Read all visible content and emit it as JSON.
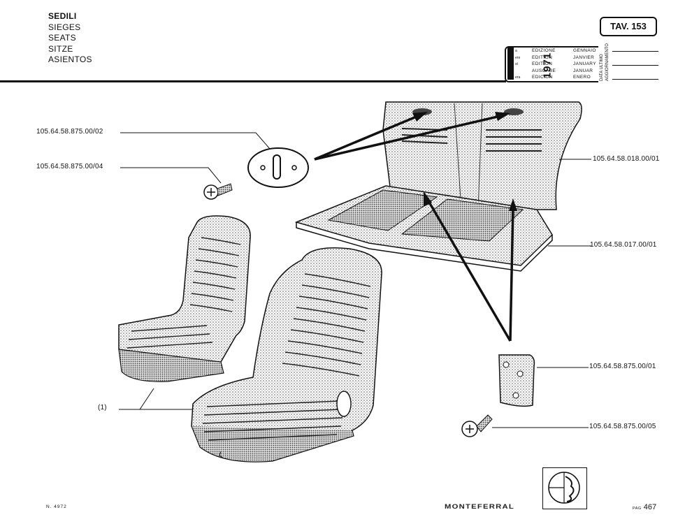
{
  "header": {
    "titles": [
      "SEDILI",
      "SIEGES",
      "SEATS",
      "SITZE",
      "ASIENTOS"
    ],
    "table_ref": "TAV. 153",
    "edition": {
      "number": "1",
      "ordinals": [
        "a",
        "ere",
        "st",
        "",
        "era"
      ],
      "labels": [
        "EDIZIONE",
        "EDITION",
        "EDITION",
        "AUSGABE",
        "EDICION"
      ],
      "year": "1971",
      "months": [
        "GENNAIO",
        "JANVIER",
        "JANUARY",
        "JANUAR",
        "ENERO"
      ],
      "update_label_1": "DATA ULTIMO",
      "update_label_2": "AGGIORNAMENTO"
    }
  },
  "parts": {
    "p1": "105.64.58.875.00/02",
    "p2": "105.64.58.875.00/04",
    "p3": "105.64.58.018.00/01",
    "p4": "105.64.58.017.00/01",
    "p5": "105.64.58.875.00/01",
    "p6": "105.64.58.875.00/05",
    "ref1": "(1)"
  },
  "footer": {
    "number": "N. 4972",
    "brand": "MONTEFERRAL",
    "page_label": "PAG",
    "page_number": "467"
  },
  "colors": {
    "ink": "#111111",
    "paper": "#ffffff",
    "stipple": "#8a8a8a"
  },
  "icons": [
    "screw-icon",
    "clip-icon",
    "bracket-icon",
    "alfa-romeo-emblem"
  ]
}
